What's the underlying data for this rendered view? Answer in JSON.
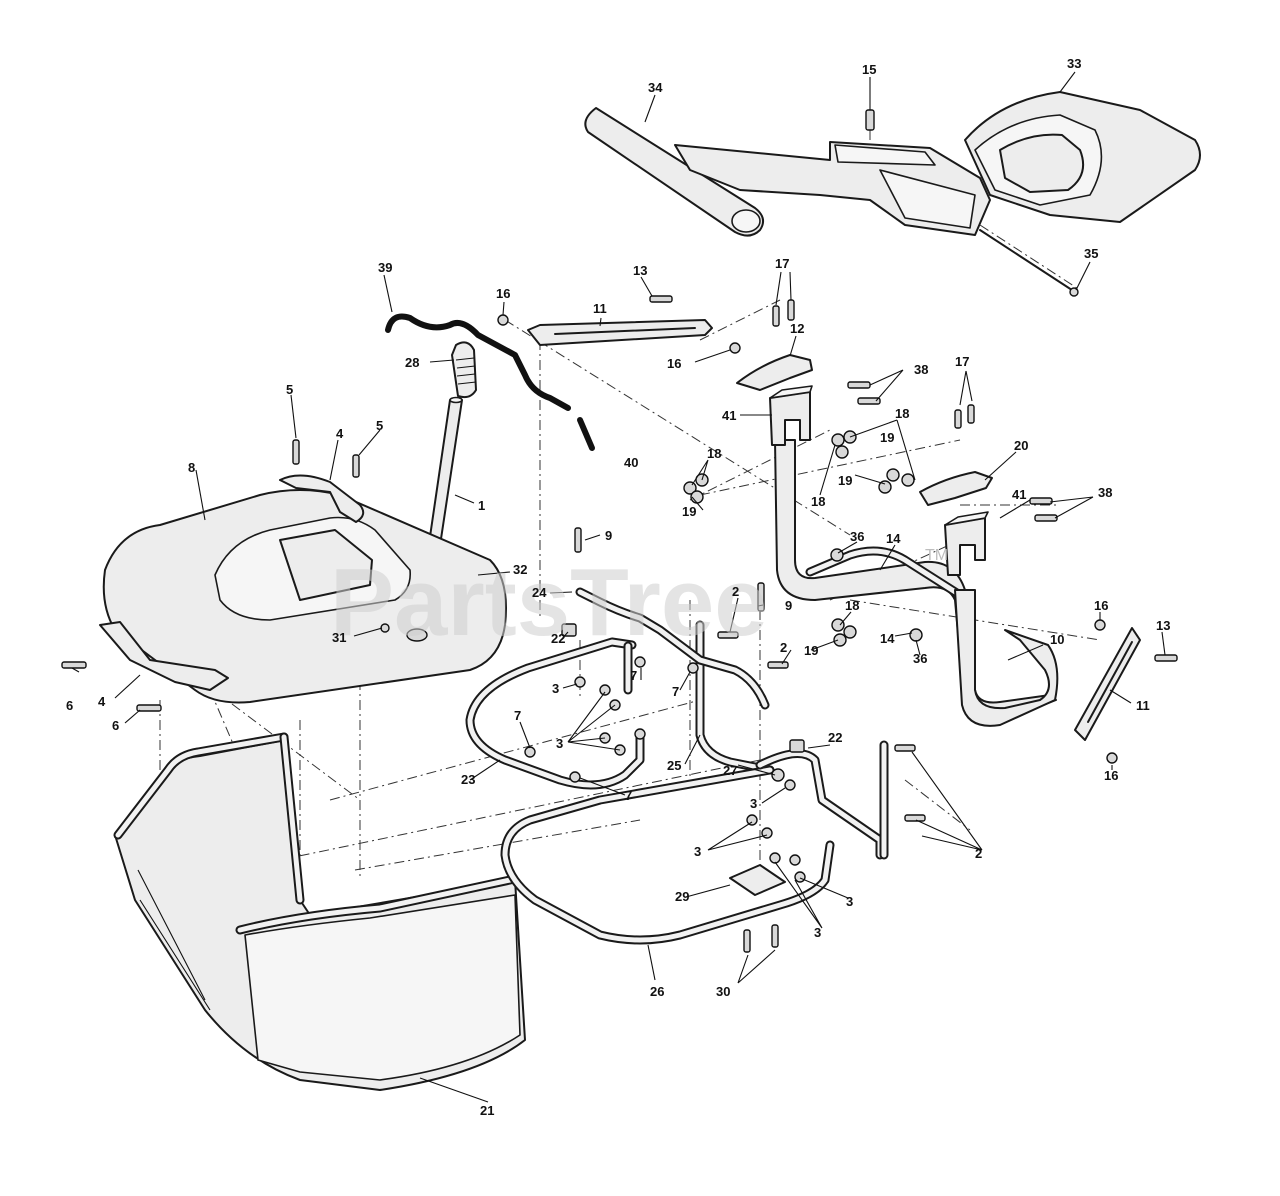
{
  "watermark": {
    "text": "PartsTree",
    "tm": "TM"
  },
  "callouts": {
    "c1": "1",
    "c2a": "2",
    "c2b": "2",
    "c2c": "2",
    "c3a": "3",
    "c3b": "3",
    "c3c": "3",
    "c3d": "3",
    "c3e": "3",
    "c3f": "3",
    "c4a": "4",
    "c4b": "4",
    "c5a": "5",
    "c5b": "5",
    "c6a": "6",
    "c6b": "6",
    "c7a": "7",
    "c7b": "7",
    "c7c": "7",
    "c7d": "7",
    "c8": "8",
    "c9a": "9",
    "c9b": "9",
    "c10": "10",
    "c11a": "11",
    "c11b": "11",
    "c12": "12",
    "c13a": "13",
    "c13b": "13",
    "c14a": "14",
    "c14b": "14",
    "c15": "15",
    "c16a": "16",
    "c16b": "16",
    "c16c": "16",
    "c16d": "16",
    "c17a": "17",
    "c17b": "17",
    "c18a": "18",
    "c18b": "18",
    "c18c": "18",
    "c18d": "18",
    "c19a": "19",
    "c19b": "19",
    "c19c": "19",
    "c19d": "19",
    "c20": "20",
    "c21": "21",
    "c22a": "22",
    "c22b": "22",
    "c23": "23",
    "c24": "24",
    "c25": "25",
    "c26": "26",
    "c27": "27",
    "c28": "28",
    "c29": "29",
    "c30": "30",
    "c31": "31",
    "c32": "32",
    "c33": "33",
    "c34": "34",
    "c35": "35",
    "c36a": "36",
    "c36b": "36",
    "c38a": "38",
    "c38b": "38",
    "c39": "39",
    "c40": "40",
    "c41a": "41",
    "c41b": "41"
  }
}
